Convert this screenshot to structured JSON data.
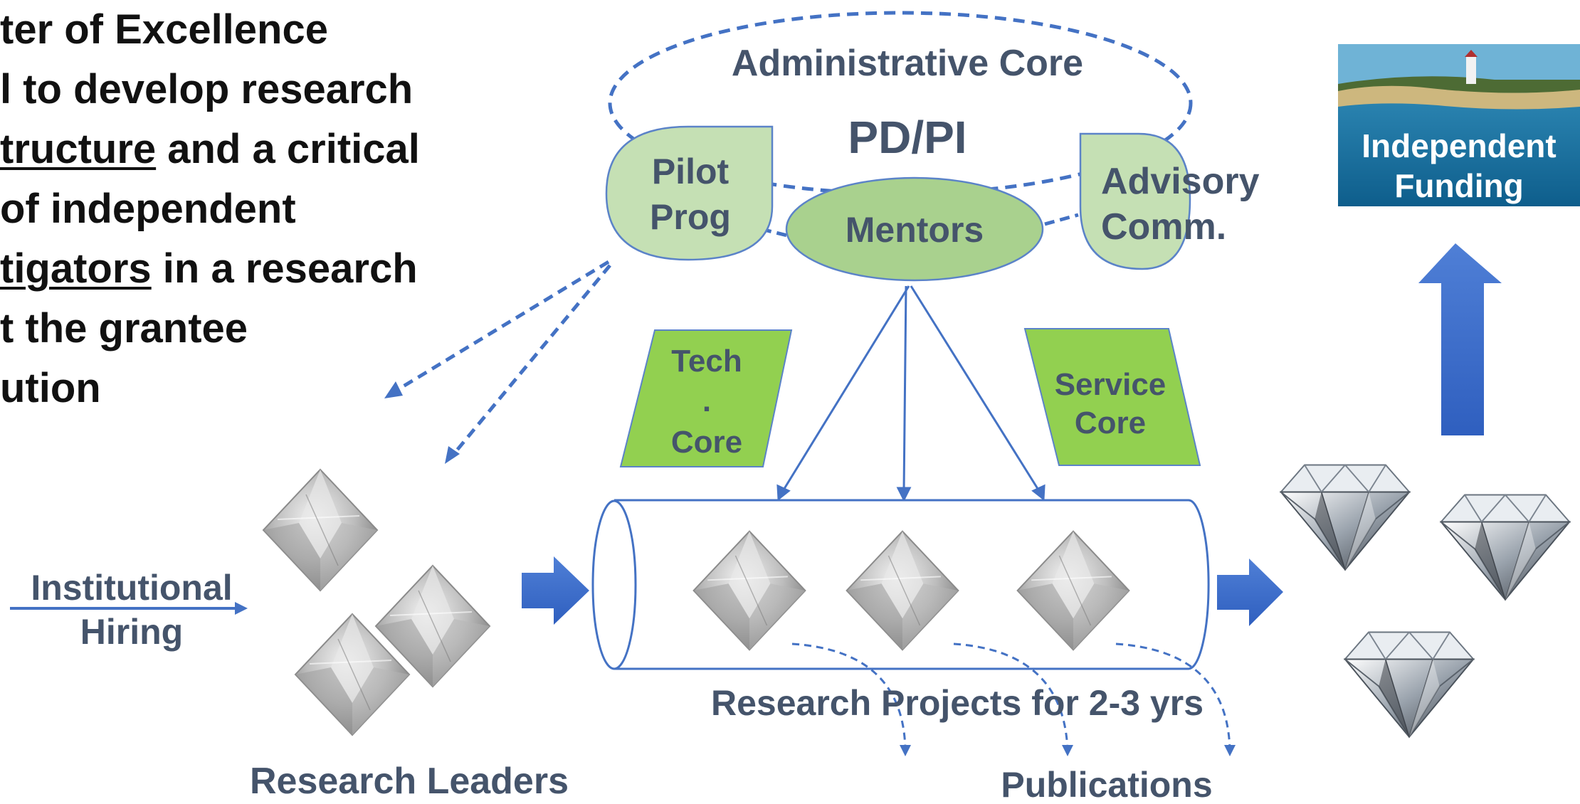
{
  "title_lines": [
    {
      "a": "ter of Excellence",
      "u": "",
      "b": ""
    },
    {
      "a": "l to develop research",
      "u": "",
      "b": ""
    },
    {
      "a": "",
      "u": "tructure",
      "b": " and a critical"
    },
    {
      "a": " of independent",
      "u": "",
      "b": ""
    },
    {
      "a": "",
      "u": "tigators",
      "b": " in a research"
    },
    {
      "a": "t the grantee",
      "u": "",
      "b": ""
    },
    {
      "a": "ution",
      "u": "",
      "b": ""
    }
  ],
  "admin_core": "Administrative Core",
  "pdpi": "PD/PI",
  "pilot_prog": [
    "Pilot",
    "Prog"
  ],
  "mentors": "Mentors",
  "advisory": [
    "Advisory",
    "Comm."
  ],
  "tech_core": [
    "Tech",
    ".",
    "Core"
  ],
  "service_core": [
    "Service",
    "Core"
  ],
  "independent_funding": [
    "Independent",
    "Funding"
  ],
  "institutional_hiring": [
    "Institutional",
    "Hiring"
  ],
  "research_leaders": "Research Leaders",
  "research_projects": "Research Projects for 2-3 yrs",
  "publications": "Publications",
  "colors": {
    "text": "#45546b",
    "blue": "#3f6fce",
    "light_green": "#c5e0b4",
    "mid_green": "#a9d18e",
    "bright_green": "#92d050",
    "outline_blue": "#4472c4"
  }
}
